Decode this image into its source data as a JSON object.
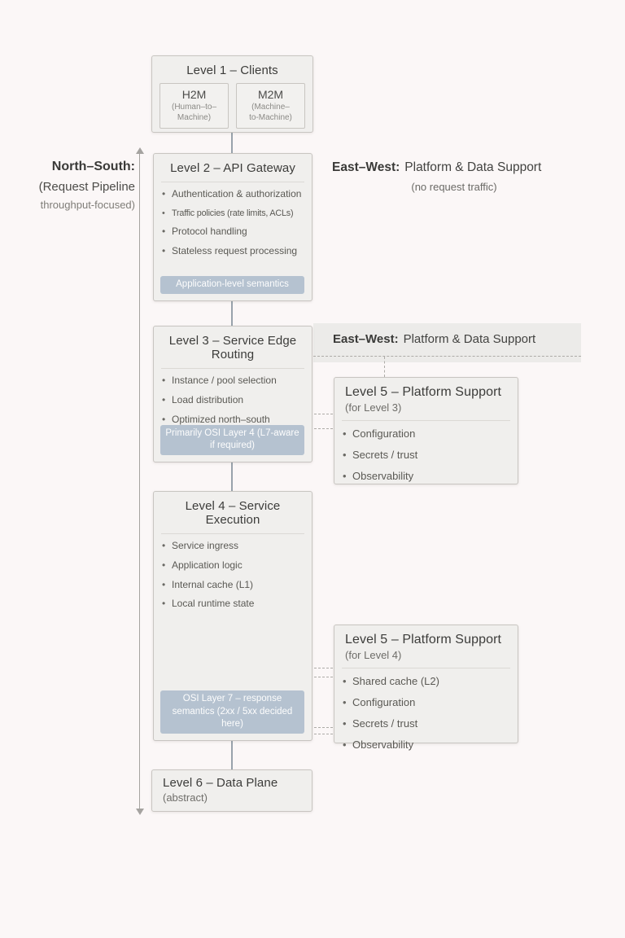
{
  "colors": {
    "page_bg": "#fbf7f7",
    "box_bg": "#f0efed",
    "box_border": "#c8c5c1",
    "badge_bg": "#b5c2d0",
    "band_bg": "#ecebe9",
    "connector": "#98a2ab"
  },
  "north_south": {
    "title": "North–South:",
    "line2": "(Request Pipeline",
    "line3": "throughput-focused)"
  },
  "east_west_header": {
    "title": "East–West:",
    "rest": "Platform & Data Support",
    "subtitle": "(no request traffic)"
  },
  "east_west_band": {
    "title": "East–West:",
    "rest": "Platform & Data Support"
  },
  "levels": {
    "level1": {
      "title": "Level 1 – Clients",
      "h2m": {
        "abbr": "H2M",
        "cap1": "(Human–to–",
        "cap2": "Machine)"
      },
      "m2m": {
        "abbr": "M2M",
        "cap1": "(Machine–",
        "cap2": "to-Machine)"
      }
    },
    "level2": {
      "title": "Level 2 – API Gateway",
      "bullets": [
        "Authentication & authorization",
        "Traffic policies (rate limits, ACLs)",
        "Protocol handling",
        "Stateless request processing"
      ],
      "badge": "Application-level semantics"
    },
    "level3": {
      "title": "Level 3 – Service Edge Routing",
      "bullets": [
        "Instance / pool selection",
        "Load distribution",
        "Optimized north–south throughput"
      ],
      "badge": "Primarily OSI Layer 4 (L7-aware if required)"
    },
    "level4": {
      "title": "Level 4 – Service Execution",
      "bullets": [
        "Service ingress",
        "Application logic",
        "Internal cache (L1)",
        "Local runtime state"
      ],
      "badge": "OSI Layer 7 – response semantics (2xx / 5xx decided here)"
    },
    "level5a": {
      "title": "Level 5 – Platform Support",
      "subtitle": "(for Level 3)",
      "bullets": [
        "Configuration",
        "Secrets / trust",
        "Observability"
      ]
    },
    "level5b": {
      "title": "Level 5 – Platform Support",
      "subtitle": "(for Level 4)",
      "bullets": [
        "Shared cache (L2)",
        "Configuration",
        "Secrets / trust",
        "Observability"
      ]
    },
    "level6": {
      "title": "Level 6 – Data Plane",
      "subtitle": "(abstract)"
    }
  }
}
